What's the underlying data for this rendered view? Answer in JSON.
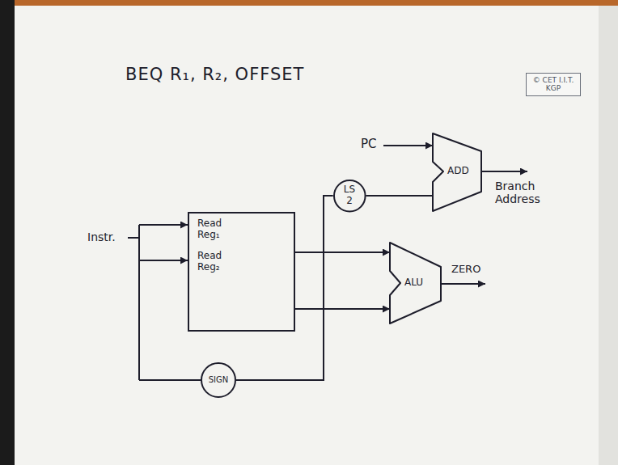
{
  "diagram": {
    "title": "BEQ R₁, R₂, OFFSET",
    "nodes": [
      {
        "text": [
          "© CET I.I.T. KGP"
        ]
      },
      {
        "text": [
          "ADD"
        ]
      },
      {
        "text": [
          "LS 2"
        ]
      },
      {
        "text": [
          "Read Reg₁",
          "Read Reg₂"
        ]
      },
      {
        "text": [
          "ALU"
        ]
      },
      {
        "text": [
          "SIGN"
        ]
      }
    ],
    "edges": [
      {
        "from": 5,
        "to": 2,
        "arrow": "none"
      },
      {
        "from": 2,
        "to": 1,
        "arrow": "none"
      },
      {
        "from": 3,
        "to": 4,
        "arrow": "to"
      },
      {
        "from": 3,
        "to": 4,
        "arrow": "to"
      }
    ],
    "labels": [
      "PC",
      "Branch Address",
      "Instr.",
      "ZERO"
    ]
  }
}
